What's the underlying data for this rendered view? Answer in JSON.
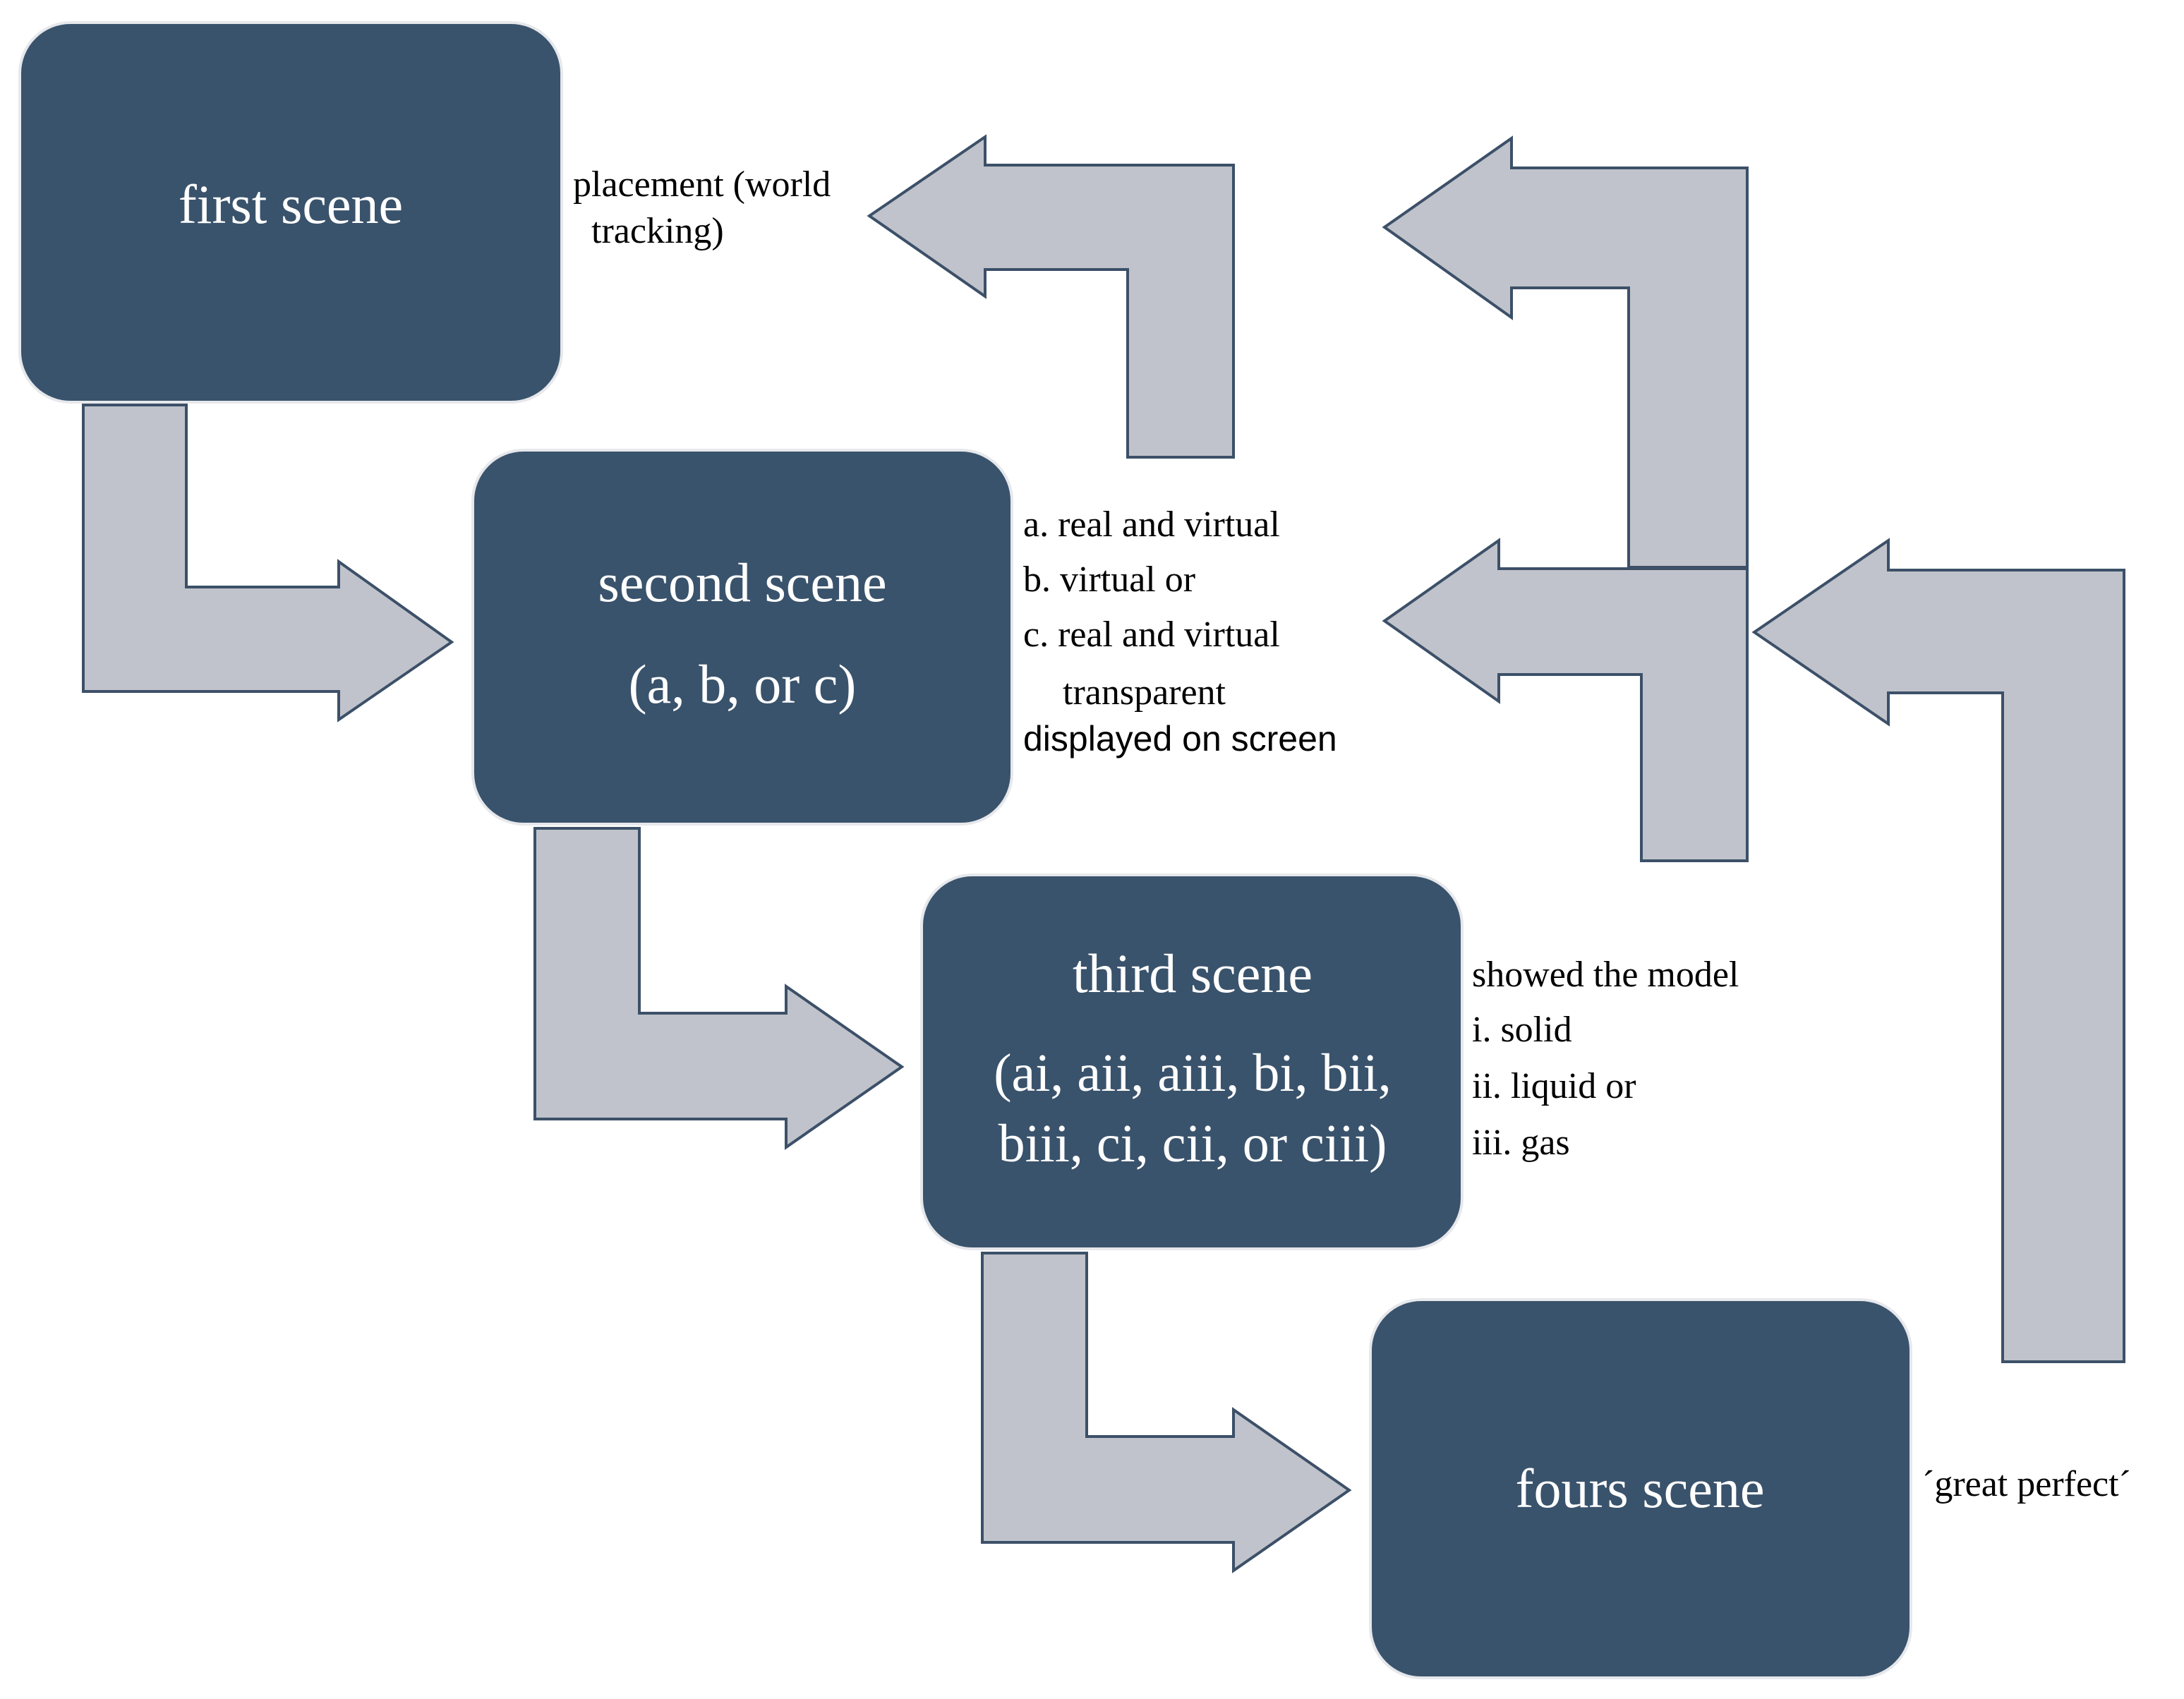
{
  "colors": {
    "box_fill": "#3a536c",
    "box_text": "#ffffff",
    "arrow_fill": "#c0c3cb",
    "arrow_stroke": "#3c5068",
    "note_text": "#000000"
  },
  "scenes": {
    "first": {
      "title": "first scene"
    },
    "second": {
      "title": "second scene",
      "sub": "(a, b, or c)"
    },
    "third": {
      "title": "third scene",
      "sub1": "(ai, aii, aiii, bi, bii,",
      "sub2": "biii, ci, cii, or ciii)"
    },
    "fours": {
      "title": "fours scene"
    }
  },
  "notes": {
    "first": {
      "line1": "placement (world",
      "line2": "tracking)"
    },
    "second": {
      "a": "a. real and virtual",
      "b": "b. virtual or",
      "c": "c. real and virtual",
      "transparent": "transparent",
      "displayed": "displayed on screen"
    },
    "third": {
      "heading": "showed the model",
      "i": "i. solid",
      "ii": "ii. liquid or",
      "iii": "iii. gas"
    },
    "fours": {
      "text": "´great perfect´"
    }
  }
}
